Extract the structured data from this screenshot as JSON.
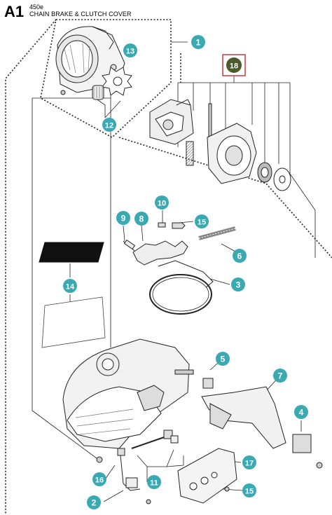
{
  "header": {
    "section_code": "A1",
    "model": "450e",
    "title": "CHAIN BRAKE & CLUTCH COVER"
  },
  "colors": {
    "callout_fill": "#3aa9b2",
    "callout_highlight_fill": "#4a5a2c",
    "callout_highlight_border": "#c23a47",
    "line": "#222222"
  },
  "callouts": [
    {
      "id": "c1",
      "label": "1"
    },
    {
      "id": "c2",
      "label": "2"
    },
    {
      "id": "c3",
      "label": "3"
    },
    {
      "id": "c4",
      "label": "4"
    },
    {
      "id": "c5",
      "label": "5"
    },
    {
      "id": "c6",
      "label": "6"
    },
    {
      "id": "c7",
      "label": "7"
    },
    {
      "id": "c8",
      "label": "8"
    },
    {
      "id": "c9",
      "label": "9"
    },
    {
      "id": "c10",
      "label": "10"
    },
    {
      "id": "c11",
      "label": "11"
    },
    {
      "id": "c12",
      "label": "12"
    },
    {
      "id": "c13",
      "label": "13"
    },
    {
      "id": "c14",
      "label": "14"
    },
    {
      "id": "c15a",
      "label": "15"
    },
    {
      "id": "c15b",
      "label": "15"
    },
    {
      "id": "c16",
      "label": "16"
    },
    {
      "id": "c17",
      "label": "17"
    },
    {
      "id": "c18",
      "label": "18",
      "highlight": true
    }
  ]
}
